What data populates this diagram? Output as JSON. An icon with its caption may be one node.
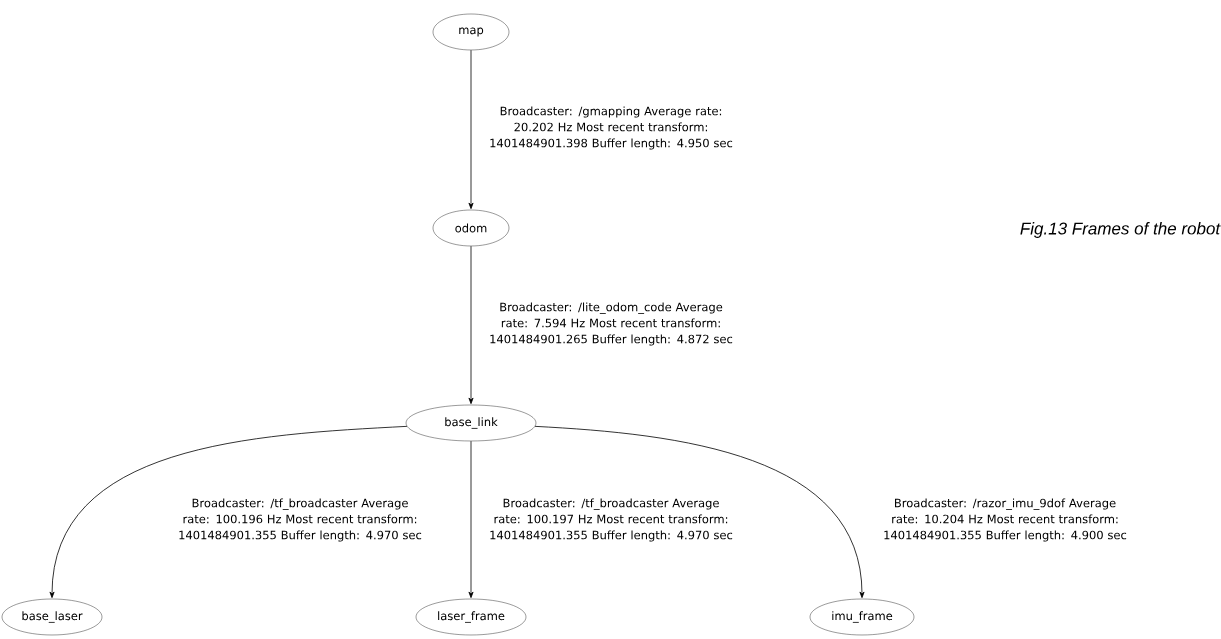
{
  "diagram": {
    "caption": "Fig.13 Frames of the robot",
    "nodes": [
      {
        "text": [
          "map"
        ]
      },
      {
        "text": [
          "odom"
        ]
      },
      {
        "text": [
          "base_link"
        ]
      },
      {
        "text": [
          "base_laser"
        ]
      },
      {
        "text": [
          "laser_frame"
        ]
      },
      {
        "text": [
          "imu_frame"
        ]
      }
    ],
    "edges": [
      {
        "from": 0,
        "to": 1,
        "arrow": "to",
        "label": "Broadcaster: /gmapping Average rate: 20.202 Hz Most recent transform: 1401484901.398 Buffer length: 4.950 sec"
      },
      {
        "from": 1,
        "to": 2,
        "arrow": "to",
        "label": "Broadcaster: /lite_odom_code Average rate: 7.594 Hz Most recent transform: 1401484901.265 Buffer length: 4.872 sec"
      },
      {
        "from": 2,
        "to": 3,
        "arrow": "to",
        "label": "Broadcaster: /tf_broadcaster Average rate: 100.196 Hz Most recent transform: 1401484901.355 Buffer length: 4.970 sec"
      },
      {
        "from": 2,
        "to": 4,
        "arrow": "to",
        "label": "Broadcaster: /tf_broadcaster Average rate: 100.197 Hz Most recent transform: 1401484901.355 Buffer length: 4.970 sec"
      },
      {
        "from": 2,
        "to": 5,
        "arrow": "to",
        "label": "Broadcaster: /razor_imu_9dof Average rate: 10.204 Hz Most recent transform: 1401484901.355 Buffer length: 4.900 sec"
      }
    ]
  }
}
